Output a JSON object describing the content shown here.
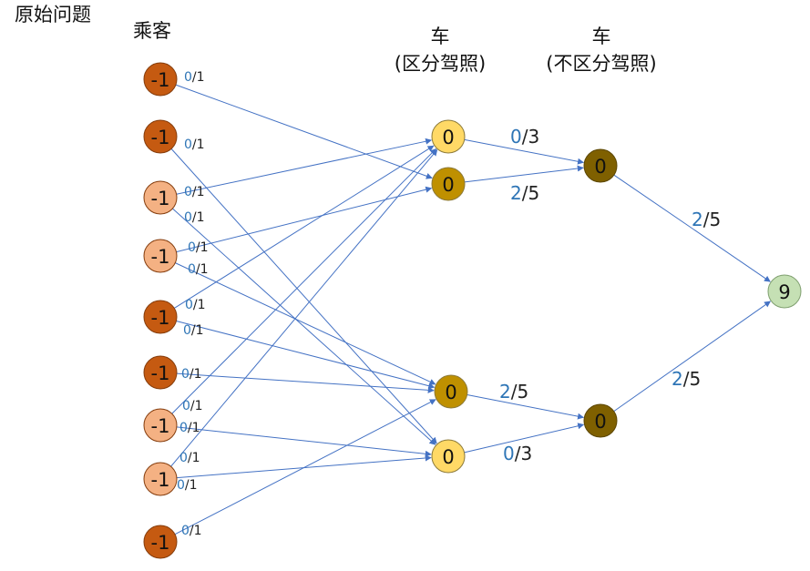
{
  "headings": {
    "problem": "原始问题",
    "passengers": "乘客",
    "car_distinct_line1": "车",
    "car_distinct_line2": "(区分驾照)",
    "car_nodistinct_line1": "车",
    "car_nodistinct_line2": "(不区分驾照)"
  },
  "colors": {
    "edge": "#4472c4",
    "passenger_dark": "#c55a11",
    "passenger_light": "#f4b183",
    "car_light": "#ffd966",
    "car_gold": "#bf9000",
    "car_olive": "#7f6000",
    "sink": "#c5e0b4",
    "flow_text": "#2e75b6"
  },
  "passengers": [
    {
      "value": "-1",
      "shade": "dark"
    },
    {
      "value": "-1",
      "shade": "dark"
    },
    {
      "value": "-1",
      "shade": "light"
    },
    {
      "value": "-1",
      "shade": "light"
    },
    {
      "value": "-1",
      "shade": "dark"
    },
    {
      "value": "-1",
      "shade": "dark"
    },
    {
      "value": "-1",
      "shade": "light"
    },
    {
      "value": "-1",
      "shade": "light"
    },
    {
      "value": "-1",
      "shade": "dark"
    }
  ],
  "car_nodes": [
    {
      "id": "c1",
      "value": "0",
      "shade": "light"
    },
    {
      "id": "c2",
      "value": "0",
      "shade": "gold"
    },
    {
      "id": "c3",
      "value": "0",
      "shade": "gold"
    },
    {
      "id": "c4",
      "value": "0",
      "shade": "light"
    }
  ],
  "vehicle_nodes": [
    {
      "id": "v1",
      "value": "0"
    },
    {
      "id": "v2",
      "value": "0"
    }
  ],
  "sink": {
    "id": "sink",
    "value": "9"
  },
  "passenger_edges": [
    {
      "from": 0,
      "to": "c2",
      "flow": "0",
      "cap": "1"
    },
    {
      "from": 1,
      "to": "c4",
      "flow": "0",
      "cap": "1"
    },
    {
      "from": 2,
      "to": "c1",
      "flow": "0",
      "cap": "1"
    },
    {
      "from": 2,
      "to": "c4",
      "flow": "0",
      "cap": "1"
    },
    {
      "from": 3,
      "to": "c2",
      "flow": "0",
      "cap": "1"
    },
    {
      "from": 3,
      "to": "c3",
      "flow": "0",
      "cap": "1"
    },
    {
      "from": 4,
      "to": "c1",
      "flow": "0",
      "cap": "1"
    },
    {
      "from": 4,
      "to": "c3",
      "flow": "0",
      "cap": "1"
    },
    {
      "from": 5,
      "to": "c3",
      "flow": "0",
      "cap": "1"
    },
    {
      "from": 6,
      "to": "c1",
      "flow": "0",
      "cap": "1"
    },
    {
      "from": 6,
      "to": "c4",
      "flow": "0",
      "cap": "1"
    },
    {
      "from": 7,
      "to": "c1",
      "flow": "0",
      "cap": "1"
    },
    {
      "from": 7,
      "to": "c4",
      "flow": "0",
      "cap": "1"
    },
    {
      "from": 8,
      "to": "c3",
      "flow": "0",
      "cap": "1"
    }
  ],
  "car_edges": [
    {
      "from": "c1",
      "to": "v1",
      "flow": "0",
      "cap": "3"
    },
    {
      "from": "c2",
      "to": "v1",
      "flow": "2",
      "cap": "5"
    },
    {
      "from": "c3",
      "to": "v2",
      "flow": "2",
      "cap": "5"
    },
    {
      "from": "c4",
      "to": "v2",
      "flow": "0",
      "cap": "3"
    },
    {
      "from": "v1",
      "to": "sink",
      "flow": "2",
      "cap": "5"
    },
    {
      "from": "v2",
      "to": "sink",
      "flow": "2",
      "cap": "5"
    }
  ]
}
